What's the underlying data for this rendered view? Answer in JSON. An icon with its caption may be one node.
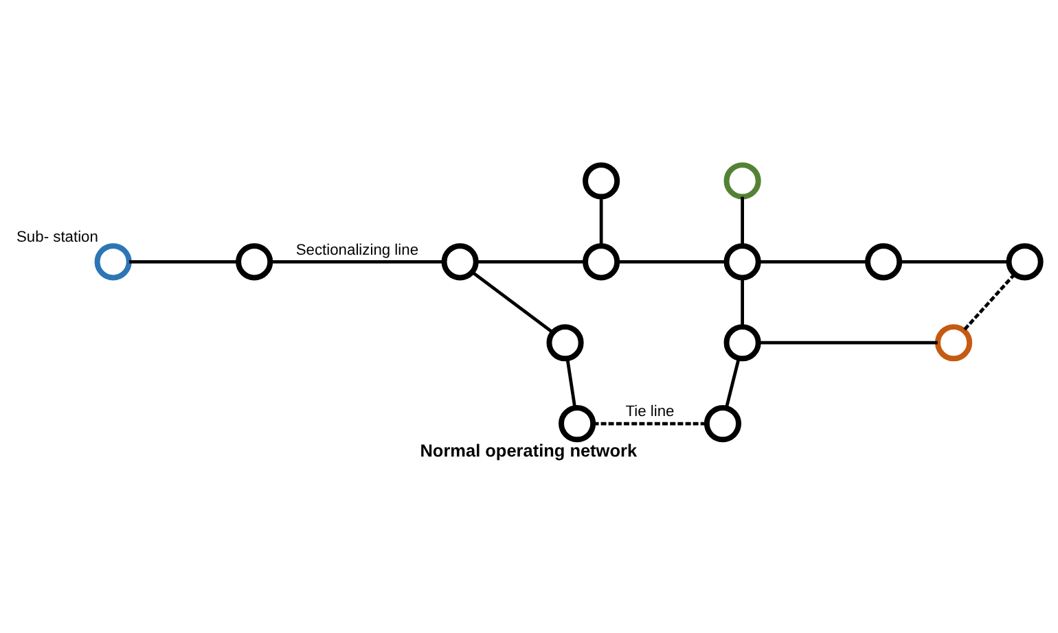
{
  "diagram": {
    "caption": "Normal operating network",
    "nodes": [
      {
        "text": [],
        "shape": "circle",
        "beside": [
          "Sub- station"
        ]
      },
      {
        "text": [],
        "shape": "circle"
      },
      {
        "text": [],
        "shape": "circle"
      },
      {
        "text": [],
        "shape": "circle"
      },
      {
        "text": [],
        "shape": "circle"
      },
      {
        "text": [],
        "shape": "circle"
      },
      {
        "text": [],
        "shape": "circle"
      },
      {
        "text": [],
        "shape": "circle"
      },
      {
        "text": [],
        "shape": "circle"
      },
      {
        "text": [],
        "shape": "circle"
      },
      {
        "text": [],
        "shape": "circle"
      },
      {
        "text": [],
        "shape": "circle"
      },
      {
        "text": [],
        "shape": "circle"
      },
      {
        "text": [],
        "shape": "circle"
      }
    ],
    "edges": [
      {
        "from": 0,
        "to": 1,
        "arrow": "none"
      },
      {
        "from": 1,
        "to": 2,
        "arrow": "none",
        "label": "Sectionalizing line"
      },
      {
        "from": 2,
        "to": 3,
        "arrow": "none"
      },
      {
        "from": 3,
        "to": 4,
        "arrow": "none"
      },
      {
        "from": 4,
        "to": 5,
        "arrow": "none"
      },
      {
        "from": 5,
        "to": 6,
        "arrow": "none"
      },
      {
        "from": 7,
        "to": 3,
        "arrow": "none"
      },
      {
        "from": 8,
        "to": 4,
        "arrow": "none"
      },
      {
        "from": 2,
        "to": 9,
        "arrow": "none"
      },
      {
        "from": 9,
        "to": 12,
        "arrow": "none"
      },
      {
        "from": 4,
        "to": 10,
        "arrow": "none"
      },
      {
        "from": 10,
        "to": 13,
        "arrow": "none"
      },
      {
        "from": 10,
        "to": 11,
        "arrow": "none"
      },
      {
        "from": 6,
        "to": 11,
        "arrow": "none",
        "style": "dashed"
      },
      {
        "from": 12,
        "to": 13,
        "arrow": "none",
        "style": "dashed",
        "label": "Tie line"
      }
    ]
  }
}
